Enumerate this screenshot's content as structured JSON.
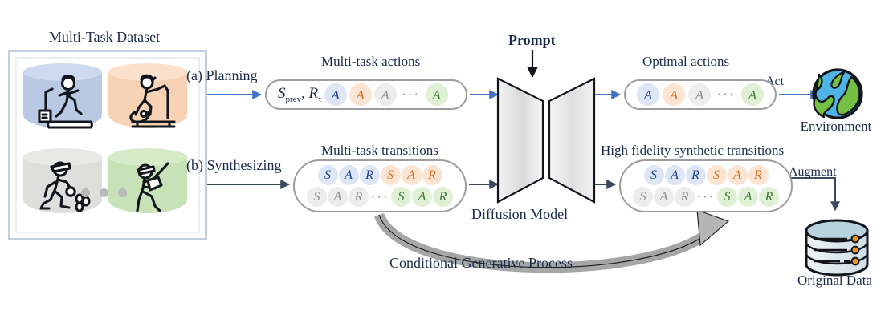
{
  "figure": {
    "dataset_title": "Multi-Task Dataset",
    "planning_label": "(a) Planning",
    "synthesizing_label": "(b) Synthesizing",
    "multitask_actions_label": "Multi-task actions",
    "multitask_transitions_label": "Multi-task transitions",
    "optimal_actions_label": "Optimal actions",
    "high_fidelity_label": "High fidelity synthetic transitions",
    "prompt_label": "Prompt",
    "diffusion_model_label": "Diffusion Model",
    "conditional_process_label": "Conditional Generative Process",
    "act_label": "Act",
    "augment_label": "Augment",
    "environment_label": "Environment",
    "original_data_label": "Original Data",
    "ellipsis": "···"
  },
  "colors": {
    "blue_fill": "#dde6f5",
    "blue_text": "#24418c",
    "orange_fill": "#fbe4d2",
    "orange_text": "#cf7024",
    "gray_fill": "#ededed",
    "gray_text": "#8d8d93",
    "green_fill": "#dff0d5",
    "green_text": "#3f7a3a",
    "arrow_blue": "#4472c4",
    "arrow_dark": "#3b4a60",
    "capsule_border": "#9d9d9d",
    "panel_border": "#c3cedd",
    "text": "#1b2a4a",
    "curved_arrow": "#a6a6a6",
    "db_fill": "#dde6ec",
    "db_top": "#b9d3de",
    "db_dot": "#e8962d",
    "globe_ocean": "#4fb3e8",
    "globe_land": "#74c043"
  },
  "dataset_cylinders": [
    {
      "id": "treadmill",
      "icon": "treadmill-runner-icon",
      "fill": "#b9c9e4",
      "top": "#ccd9ee"
    },
    {
      "id": "cycling",
      "icon": "exercise-bike-icon",
      "fill": "#f7d2b4",
      "top": "#fbe0cb"
    },
    {
      "id": "fielding",
      "icon": "bowling-figure-icon",
      "fill": "#dededd",
      "top": "#e8e8e7"
    },
    {
      "id": "batting",
      "icon": "baseball-batter-icon",
      "fill": "#c6e2b6",
      "top": "#d6ecc9"
    }
  ],
  "multitask_actions": {
    "prefix": "S",
    "prefix_sub": "prev",
    "prefix_tail": ", R",
    "prefix_tail_sub": "τ",
    "tokens": [
      {
        "letter": "A",
        "color": "blue"
      },
      {
        "letter": "A",
        "color": "orange"
      },
      {
        "letter": "A",
        "color": "gray"
      },
      {
        "letter": "···",
        "color": "dots"
      },
      {
        "letter": "A",
        "color": "green"
      }
    ]
  },
  "optimal_actions": {
    "tokens": [
      {
        "letter": "A",
        "color": "blue"
      },
      {
        "letter": "A",
        "color": "orange"
      },
      {
        "letter": "A",
        "color": "gray"
      },
      {
        "letter": "···",
        "color": "dots"
      },
      {
        "letter": "A",
        "color": "green"
      }
    ]
  },
  "multitask_transitions": {
    "row1": [
      {
        "letter": "S",
        "color": "blue"
      },
      {
        "letter": "A",
        "color": "blue"
      },
      {
        "letter": "R",
        "color": "blue"
      },
      {
        "letter": "S",
        "color": "orange"
      },
      {
        "letter": "A",
        "color": "orange"
      },
      {
        "letter": "R",
        "color": "orange"
      }
    ],
    "row2": [
      {
        "letter": "S",
        "color": "gray"
      },
      {
        "letter": "A",
        "color": "gray"
      },
      {
        "letter": "R",
        "color": "gray"
      },
      {
        "letter": "···",
        "color": "dots"
      },
      {
        "letter": "S",
        "color": "green"
      },
      {
        "letter": "A",
        "color": "green"
      },
      {
        "letter": "R",
        "color": "green"
      }
    ]
  },
  "high_fidelity_transitions": {
    "row1": [
      {
        "letter": "S",
        "color": "blue"
      },
      {
        "letter": "A",
        "color": "blue"
      },
      {
        "letter": "R",
        "color": "blue"
      },
      {
        "letter": "S",
        "color": "orange"
      },
      {
        "letter": "A",
        "color": "orange"
      },
      {
        "letter": "R",
        "color": "orange"
      }
    ],
    "row2": [
      {
        "letter": "S",
        "color": "gray"
      },
      {
        "letter": "A",
        "color": "gray"
      },
      {
        "letter": "R",
        "color": "gray"
      },
      {
        "letter": "···",
        "color": "dots"
      },
      {
        "letter": "S",
        "color": "green"
      },
      {
        "letter": "A",
        "color": "green"
      },
      {
        "letter": "R",
        "color": "green"
      }
    ]
  }
}
